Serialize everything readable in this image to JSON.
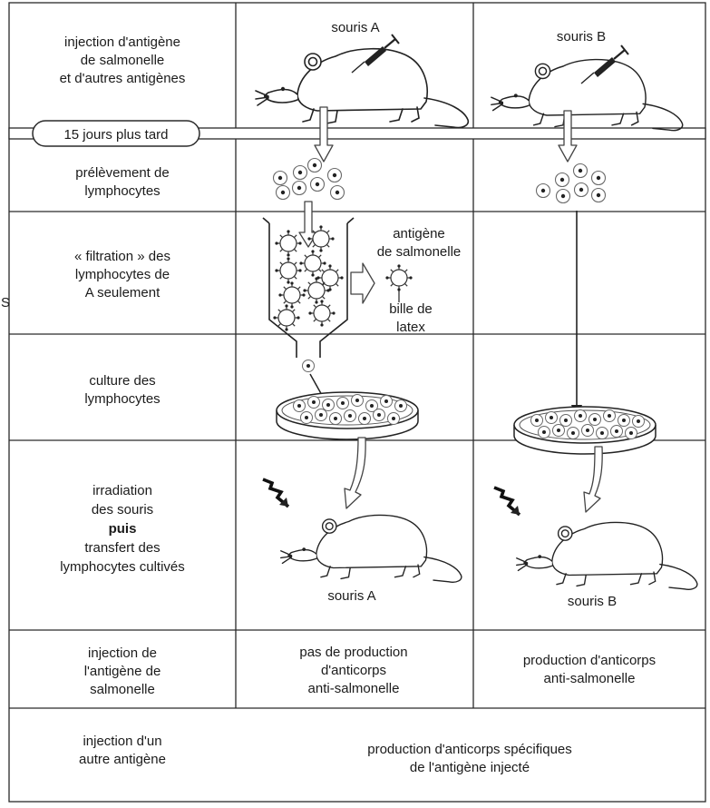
{
  "rows": {
    "r1": {
      "l1": "injection d'antigène",
      "l2": "de salmonelle",
      "l3": "et d'autres antigènes"
    },
    "r2": {
      "l1": "prélèvement de",
      "l2": "lymphocytes"
    },
    "r3": {
      "l1": "« filtration » des",
      "l2": "lymphocytes de",
      "l3": "A seulement"
    },
    "r4": {
      "l1": "culture des",
      "l2": "lymphocytes"
    },
    "r5": {
      "l1": "irradiation",
      "l2": "des souris",
      "l3": "puis",
      "l4": "transfert des",
      "l5": "lymphocytes cultivés"
    },
    "r6": {
      "l1": "injection de",
      "l2": "l'antigène de",
      "l3": "salmonelle"
    },
    "r7": {
      "l1": "injection d'un",
      "l2": "autre antigène"
    }
  },
  "timeline": {
    "label": "15 jours plus tard"
  },
  "mouse_a": {
    "top_label": "souris A",
    "bottom_label": "souris A"
  },
  "mouse_b": {
    "top_label": "souris B",
    "bottom_label": "souris B"
  },
  "filter": {
    "antigen_l1": "antigène",
    "antigen_l2": "de salmonelle",
    "bead_l1": "bille de",
    "bead_l2": "latex"
  },
  "results": {
    "a_l1": "pas de production",
    "a_l2": "d'anticorps",
    "a_l3": "anti-salmonelle",
    "b_l1": "production d'anticorps",
    "b_l2": "anti-salmonelle",
    "both_l1": "production d'anticorps spécifiques",
    "both_l2": "de l'antigène injecté"
  },
  "margin_mark": "S"
}
